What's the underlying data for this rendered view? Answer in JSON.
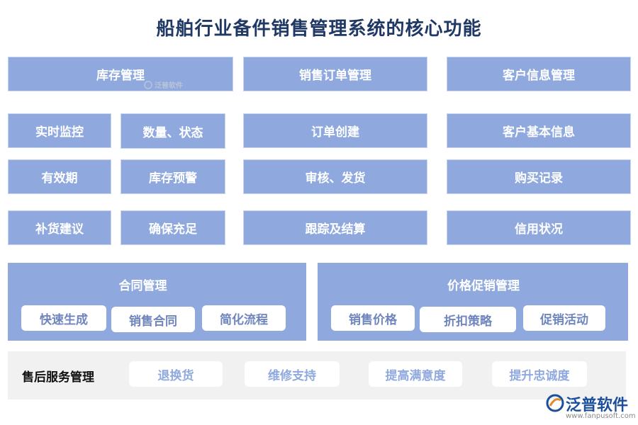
{
  "title": "船舶行业备件销售管理系统的核心功能",
  "columns": {
    "inventory": {
      "header": "库存管理",
      "items": [
        "实时监控",
        "数量、状态",
        "有效期",
        "库存预警",
        "补货建议",
        "确保充足"
      ]
    },
    "sales": {
      "header": "销售订单管理",
      "items": [
        "订单创建",
        "审核、发货",
        "跟踪及结算"
      ]
    },
    "customer": {
      "header": "客户信息管理",
      "items": [
        "客户基本信息",
        "购买记录",
        "信用状况"
      ]
    }
  },
  "contract": {
    "title": "合同管理",
    "items": [
      "快速生成",
      "销售合同",
      "简化流程"
    ]
  },
  "pricing": {
    "title": "价格促销管理",
    "items": [
      "销售价格",
      "折扣策略",
      "促销活动"
    ]
  },
  "after_sales": {
    "title": "售后服务管理",
    "items": [
      "退换货",
      "维修支持",
      "提高满意度",
      "提升忠诚度"
    ]
  },
  "watermark": {
    "small": "泛普软件"
  },
  "logo": {
    "name": "泛普软件",
    "url": "www.fanpusoft.com"
  },
  "colors": {
    "box": "#8fa9df",
    "title": "#1f3864",
    "pill_text": "#6f85bd",
    "after_bg": "#f1f1f1"
  }
}
